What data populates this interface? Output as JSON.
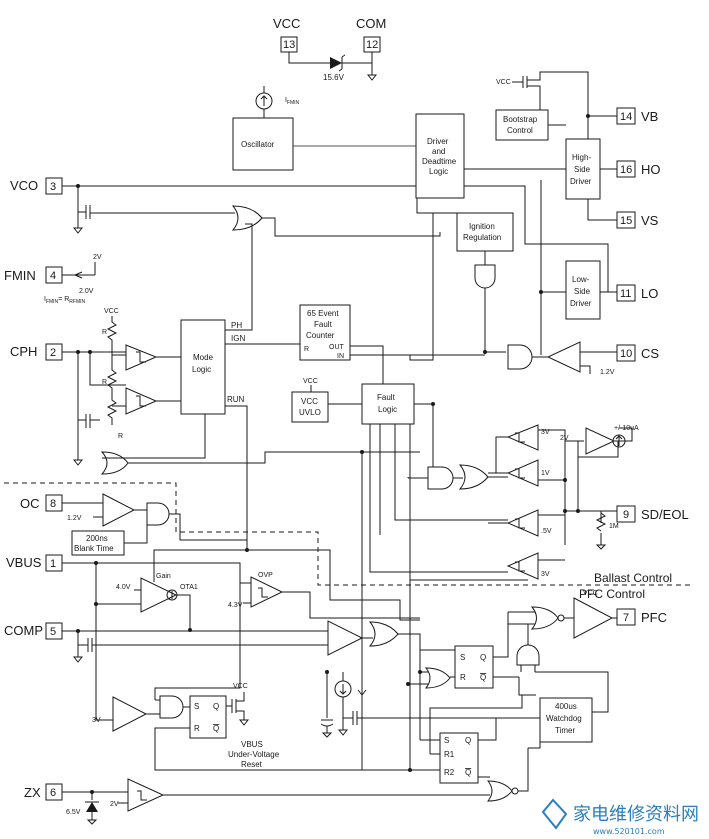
{
  "pins": {
    "vcc": {
      "label": "VCC",
      "num": "13"
    },
    "com": {
      "label": "COM",
      "num": "12"
    },
    "vb": {
      "label": "VB",
      "num": "14"
    },
    "ho": {
      "label": "HO",
      "num": "16"
    },
    "vs": {
      "label": "VS",
      "num": "15"
    },
    "vco": {
      "label": "VCO",
      "num": "3"
    },
    "fmin": {
      "label": "FMIN",
      "num": "4"
    },
    "lo": {
      "label": "LO",
      "num": "11"
    },
    "cph": {
      "label": "CPH",
      "num": "2"
    },
    "cs": {
      "label": "CS",
      "num": "10"
    },
    "sdeol": {
      "label": "SD/EOL",
      "num": "9"
    },
    "oc": {
      "label": "OC",
      "num": "8"
    },
    "vbus": {
      "label": "VBUS",
      "num": "1"
    },
    "pfc": {
      "label": "PFC",
      "num": "7"
    },
    "comp": {
      "label": "COMP",
      "num": "5"
    },
    "zx": {
      "label": "ZX",
      "num": "6"
    }
  },
  "blocks": {
    "oscillator": "Oscillator",
    "driver": [
      "Driver",
      "and",
      "Deadtime",
      "Logic"
    ],
    "bootstrap": [
      "Bootstrap",
      "Control"
    ],
    "high_side": [
      "High-",
      "Side",
      "Driver"
    ],
    "low_side": [
      "Low-",
      "Side",
      "Driver"
    ],
    "ignition": [
      "Ignition",
      "Regulation"
    ],
    "mode_logic": [
      "Mode",
      "Logic"
    ],
    "fault_counter": [
      "65 Event",
      "Fault",
      "Counter"
    ],
    "fault_logic": [
      "Fault",
      "Logic"
    ],
    "uvlo": [
      "VCC",
      "UVLO"
    ],
    "blank": [
      "200ns",
      "Blank Time"
    ],
    "watchdog": [
      "400us",
      "Watchdog",
      "Timer"
    ]
  },
  "labels": {
    "zener": "15.6V",
    "ifmin": "I",
    "ifmin_sub": "FMIN",
    "v2": "2V",
    "v20": "2.0V",
    "ifmin_eq": "I",
    "ifmin_eq_sub": "FMIN",
    "eq": "= R",
    "rfmin_sub": "RFMIN",
    "vcc_small": "VCC",
    "r": "R",
    "ph": "PH",
    "ign": "IGN",
    "run": "RUN",
    "counter_r": "R",
    "counter_out": "OUT",
    "counter_in": "IN",
    "vcc_uvlo_top": "VCC",
    "v12_cs": "1.2V",
    "v3": "3V",
    "v2b": "2V",
    "v10ua": "+/-10uA",
    "v1": "1V",
    "v5": ".5V",
    "v3b": "3V",
    "r1m": "1M",
    "v12_oc": "1.2V",
    "ballast": "Ballast Control",
    "pfc_ctrl": "PFC Control",
    "gain": "Gain",
    "ota": "OTA1",
    "v40": "4.0V",
    "ovp": "OVP",
    "v43": "4.3V",
    "vcc_pfc": "VCC",
    "s": "S",
    "q": "Q",
    "rr": "R",
    "qb": "Q",
    "v3c": "3V",
    "vcc_uv": "VCC",
    "vbus_uv": [
      "VBUS",
      "Under-Voltage",
      "Reset"
    ],
    "s2": "S",
    "r1": "R1",
    "r2": "R2",
    "q2": "Q",
    "qb2": "Q",
    "v65": "6.5V",
    "v2c": "2V"
  },
  "watermark": {
    "text": "家电维修资料网",
    "sub": "www.520101.com"
  }
}
